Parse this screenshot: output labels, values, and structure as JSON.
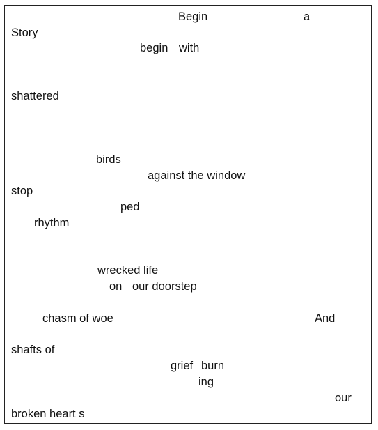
{
  "poem": {
    "begin": "Begin",
    "a": "a",
    "story": "Story",
    "begin2": "begin",
    "with": "with",
    "shattered": "shattered",
    "birds": "birds",
    "against_the_window": "against the window",
    "stop": "stop",
    "ped": "ped",
    "rhythm": "rhythm",
    "wrecked_life": "wrecked life",
    "on": "on",
    "our_doorstep": "our doorstep",
    "chasm_of_woe": "chasm of woe",
    "and": "And",
    "shafts_of": "shafts of",
    "grief": "grief",
    "burn": "burn",
    "ing": "ing",
    "our": "our",
    "broken_heart_s": "broken heart s"
  }
}
